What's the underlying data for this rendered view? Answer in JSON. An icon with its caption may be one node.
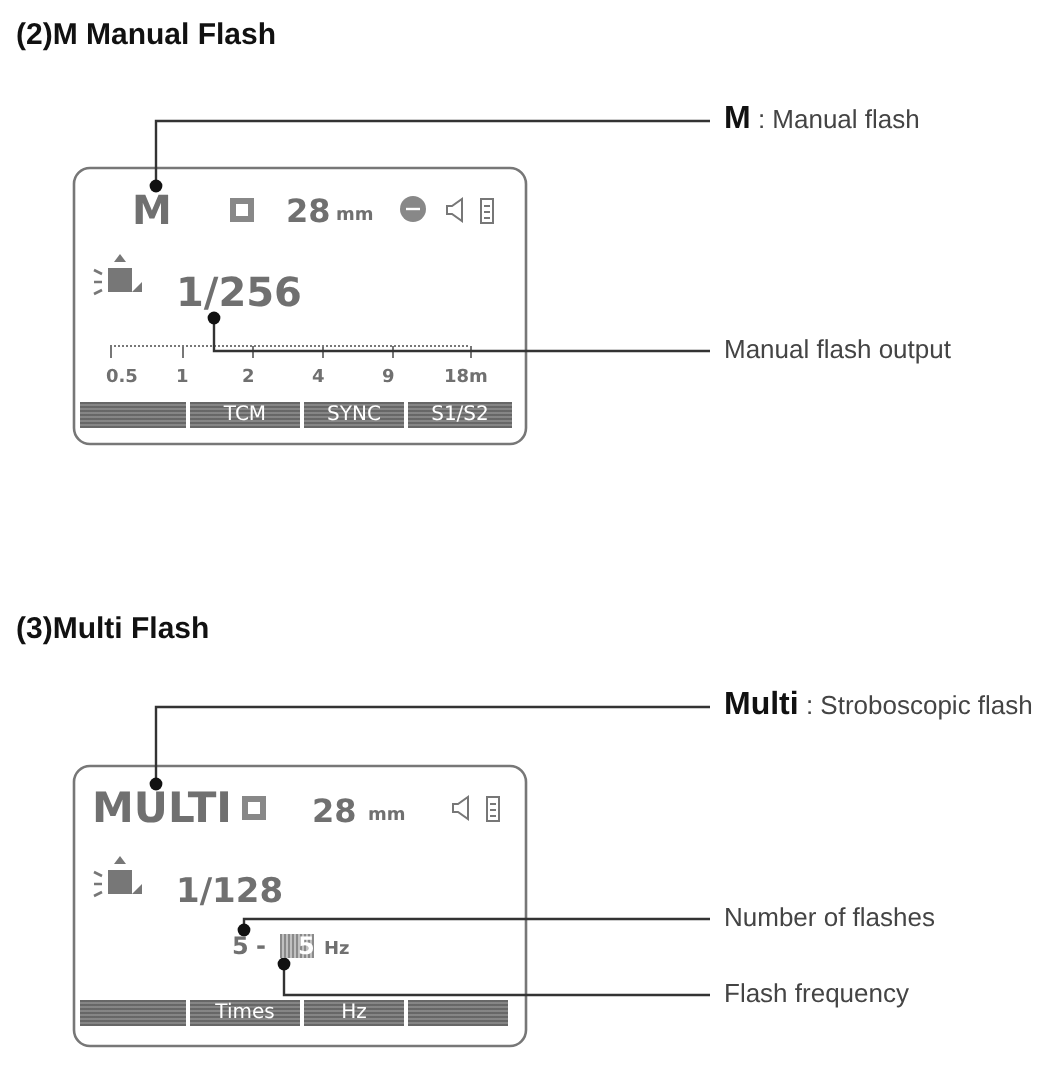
{
  "diagram": {
    "nodes": [
      {
        "text": [
          "**M** : Manual flash"
        ]
      },
      {
        "text": [
          "M"
        ]
      },
      {
        "text": [
          "1/256"
        ]
      },
      {
        "text": [
          "Manual flash output"
        ]
      },
      {
        "text": [
          "**Multi** : Stroboscopic flash"
        ]
      },
      {
        "text": [
          "MULTI"
        ]
      },
      {
        "text": [
          "Number of flashes"
        ]
      },
      {
        "text": [
          "5"
        ]
      },
      {
        "text": [
          "5"
        ]
      },
      {
        "text": [
          "Flash frequency"
        ]
      }
    ],
    "edges": [
      {
        "from": 0,
        "to": 1,
        "arrow": "other"
      },
      {
        "from": 3,
        "to": 2,
        "arrow": "other"
      },
      {
        "from": 4,
        "to": 5,
        "arrow": "other"
      },
      {
        "from": 6,
        "to": 7,
        "arrow": "other"
      },
      {
        "from": 9,
        "to": 8,
        "arrow": "other"
      }
    ],
    "labels": [
      "(2)M Manual Flash",
      "28",
      "mm",
      "0.5",
      "1",
      "2",
      "4",
      "9",
      "18m",
      "TCM",
      "SYNC",
      "S1/S2",
      "(3)Multi Flash",
      "28",
      "mm",
      "1/128",
      "-",
      "Hz",
      "Times",
      "Hz"
    ]
  }
}
